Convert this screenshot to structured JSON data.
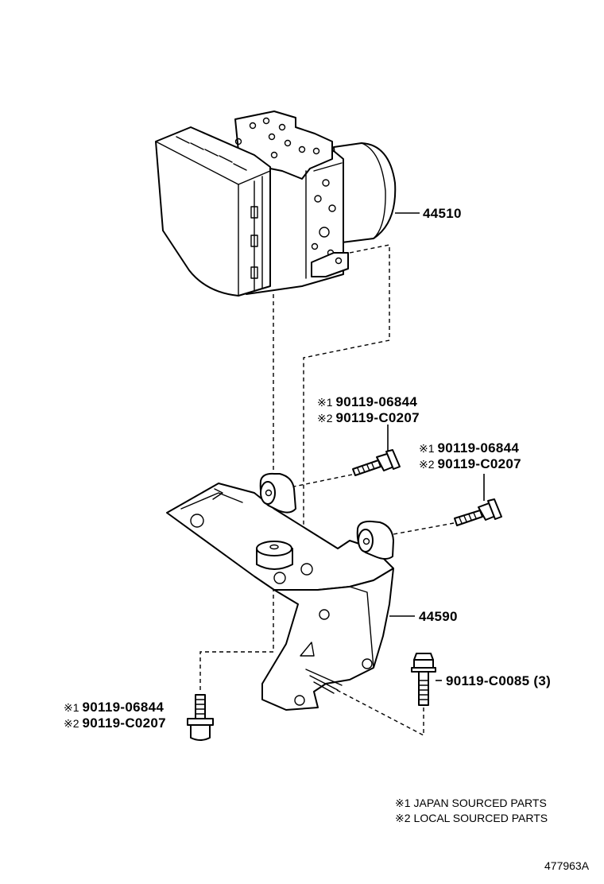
{
  "diagram_id": "477963A",
  "parts": {
    "actuator": "44510",
    "bracket": "44590",
    "bolt_lower_right": "90119-C0085 (3)"
  },
  "callouts": {
    "upper_bolt": {
      "l1_mark": "※1",
      "l1_part": "90119-06844",
      "l2_mark": "※2",
      "l2_part": "90119-C0207"
    },
    "right_bolt": {
      "l1_mark": "※1",
      "l1_part": "90119-06844",
      "l2_mark": "※2",
      "l2_part": "90119-C0207"
    },
    "lower_left_bolt": {
      "l1_mark": "※1",
      "l1_part": "90119-06844",
      "l2_mark": "※2",
      "l2_part": "90119-C0207"
    }
  },
  "notes": [
    {
      "mark": "※1",
      "text": "JAPAN SOURCED PARTS"
    },
    {
      "mark": "※2",
      "text": "LOCAL SOURCED PARTS"
    }
  ]
}
